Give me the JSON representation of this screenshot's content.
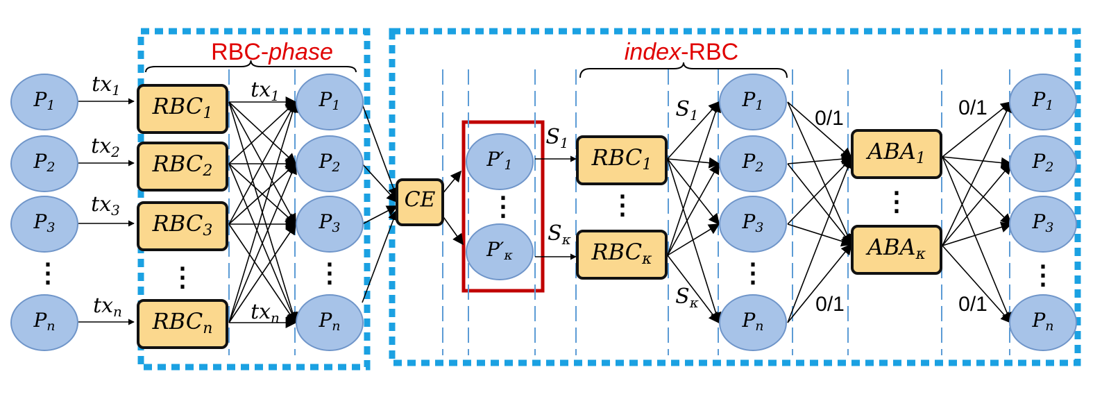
{
  "phase_labels": {
    "rbc_phase": {
      "plain": "RBC-",
      "italic": "phase"
    },
    "index_rbc": {
      "italic": "index",
      "plain": "-RBC"
    }
  },
  "colors": {
    "node_fill": "#a7c3e8",
    "node_stroke": "#6f95c9",
    "box_fill": "#fbd88e",
    "box_stroke": "#111111",
    "dotted_border": "#1ba1e2",
    "dashed_line": "#5b9bd5",
    "highlight_box": "#c00000",
    "phase_text": "#e00000"
  },
  "nodes": {
    "col1": [
      {
        "base": "P",
        "sub": "1"
      },
      {
        "base": "P",
        "sub": "2"
      },
      {
        "base": "P",
        "sub": "3"
      },
      {
        "base": "P",
        "sub": "n"
      }
    ],
    "col2": [
      {
        "base": "P",
        "sub": "1"
      },
      {
        "base": "P",
        "sub": "2"
      },
      {
        "base": "P",
        "sub": "3"
      },
      {
        "base": "P",
        "sub": "n"
      }
    ],
    "prime": [
      {
        "base": "P′",
        "sub": "1"
      },
      {
        "base": "P′",
        "sub": "κ"
      }
    ],
    "col3": [
      {
        "base": "P",
        "sub": "1"
      },
      {
        "base": "P",
        "sub": "2"
      },
      {
        "base": "P",
        "sub": "3"
      },
      {
        "base": "P",
        "sub": "n"
      }
    ],
    "col4": [
      {
        "base": "P",
        "sub": "1"
      },
      {
        "base": "P",
        "sub": "2"
      },
      {
        "base": "P",
        "sub": "3"
      },
      {
        "base": "P",
        "sub": "n"
      }
    ]
  },
  "boxes": {
    "rbc_phase": [
      {
        "base": "RBC",
        "sub": "1"
      },
      {
        "base": "RBC",
        "sub": "2"
      },
      {
        "base": "RBC",
        "sub": "3"
      },
      {
        "base": "RBC",
        "sub": "n"
      }
    ],
    "ce": {
      "base": "CE",
      "sub": ""
    },
    "index_rbc": [
      {
        "base": "RBC",
        "sub": "1"
      },
      {
        "base": "RBC",
        "sub": "κ"
      }
    ],
    "aba": [
      {
        "base": "ABA",
        "sub": "1"
      },
      {
        "base": "ABA",
        "sub": "κ"
      }
    ]
  },
  "edge_labels": {
    "tx_in": [
      {
        "base": "tx",
        "sub": "1"
      },
      {
        "base": "tx",
        "sub": "2"
      },
      {
        "base": "tx",
        "sub": "3"
      },
      {
        "base": "tx",
        "sub": "n"
      }
    ],
    "tx_out": [
      {
        "base": "tx",
        "sub": "1"
      },
      {
        "base": "tx",
        "sub": "n"
      }
    ],
    "s_in": [
      {
        "base": "S",
        "sub": "1"
      },
      {
        "base": "S",
        "sub": "κ"
      }
    ],
    "s_out": [
      {
        "base": "S",
        "sub": "1"
      },
      {
        "base": "S",
        "sub": "κ"
      }
    ],
    "bit": "0/1"
  },
  "ellipsis": "⋮"
}
